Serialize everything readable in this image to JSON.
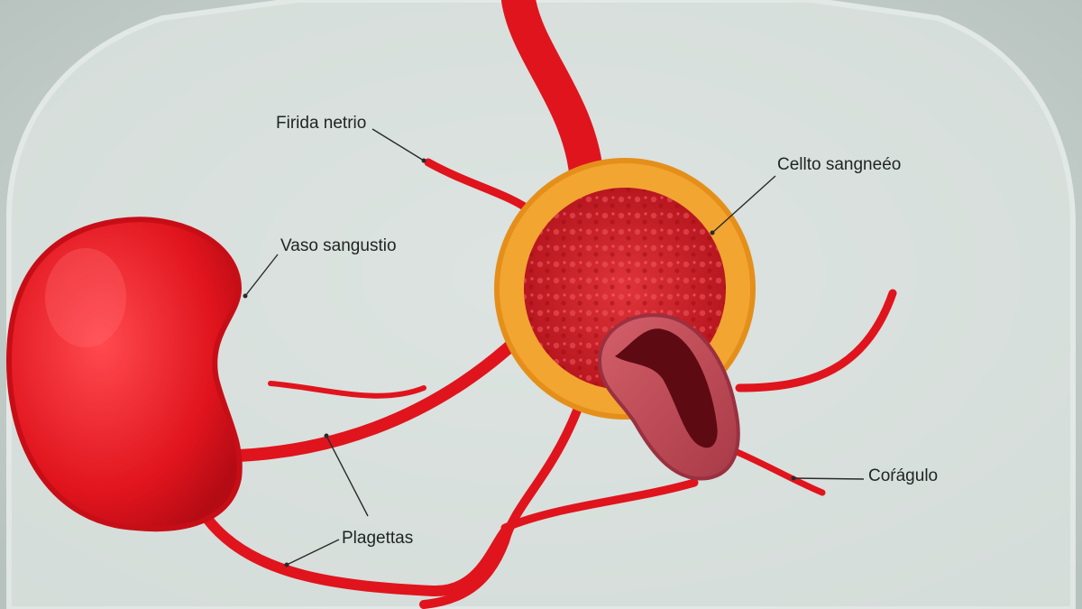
{
  "diagram": {
    "labels": [
      {
        "key": "wound",
        "text": "Firida netrio"
      },
      {
        "key": "blood_cell",
        "text": "Cellto sangneéo"
      },
      {
        "key": "vessel",
        "text": "Vaso sangustio"
      },
      {
        "key": "platelets",
        "text": "Plagettas"
      },
      {
        "key": "clot",
        "text": "Coŕágulo"
      }
    ],
    "colors": {
      "background": "#c8d1cd",
      "body_silhouette": "#dfe6e3",
      "vessel_red": "#e0141d",
      "cell_ring": "#f2a531",
      "clot": "#c2505c"
    }
  }
}
